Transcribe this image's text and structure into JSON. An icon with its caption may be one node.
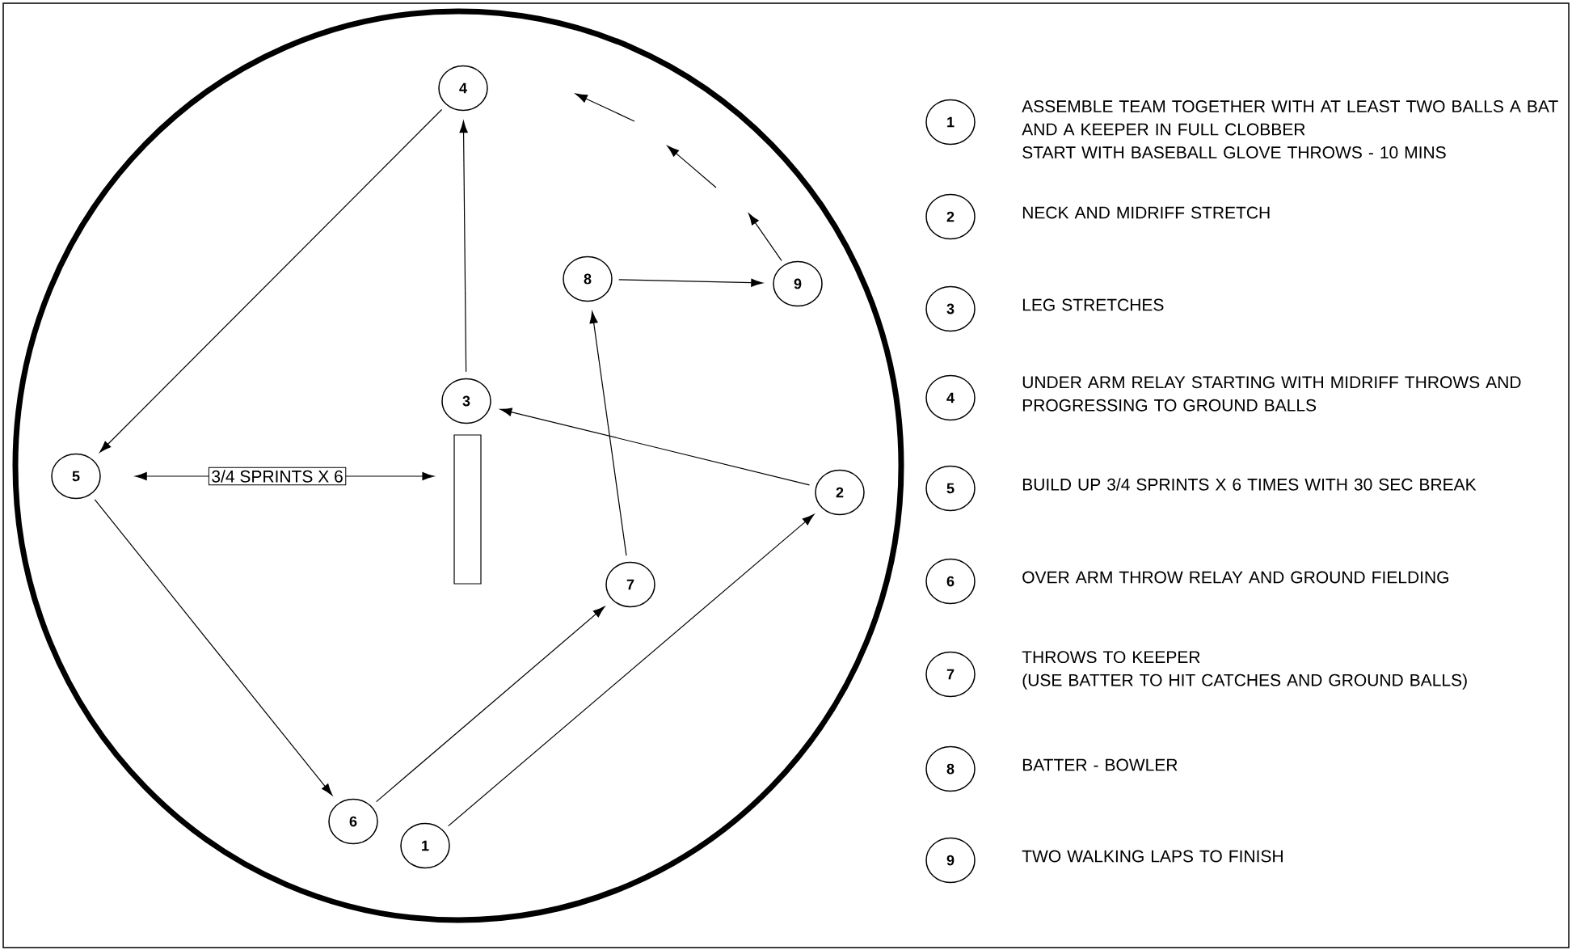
{
  "diagram": {
    "nodes": [
      {
        "text": [],
        "shape": "circle"
      },
      {
        "text": [
          "1"
        ],
        "in": 0
      },
      {
        "text": [
          "2"
        ],
        "in": 0
      },
      {
        "text": [
          "3"
        ],
        "in": 0
      },
      {
        "text": [
          "4"
        ],
        "in": 0
      },
      {
        "text": [
          "5"
        ],
        "in": 0
      },
      {
        "text": [
          "6"
        ],
        "in": 0
      },
      {
        "text": [
          "7"
        ],
        "in": 0
      },
      {
        "text": [
          "8"
        ],
        "in": 0
      },
      {
        "text": [
          "9"
        ],
        "in": 0
      },
      {
        "text": [],
        "shape": "box",
        "in": 0
      },
      {
        "text": [
          "1"
        ],
        "beside": [
          "ASSEMBLE TEAM TOGETHER WITH AT LEAST TWO BALLS A BAT AND A KEEPER IN FULL CLOBBER",
          "START WITH BASEBALL GLOVE THROWS - 10 MINS"
        ]
      },
      {
        "text": [
          "2"
        ],
        "beside": [
          "NECK AND MIDRIFF STRETCH"
        ]
      },
      {
        "text": [
          "3"
        ],
        "beside": [
          "LEG STRETCHES"
        ]
      },
      {
        "text": [
          "4"
        ],
        "beside": [
          "UNDER ARM RELAY STARTING WITH MIDRIFF THROWS AND PROGRESSING TO GROUND BALLS"
        ]
      },
      {
        "text": [
          "5"
        ],
        "beside": [
          "BUILD UP 3/4 SPRINTS X 6 TIMES WITH 30 SEC BREAK"
        ]
      },
      {
        "text": [
          "6"
        ],
        "beside": [
          "OVER ARM THROW RELAY AND GROUND FIELDING"
        ]
      },
      {
        "text": [
          "7"
        ],
        "beside": [
          "THROWS TO KEEPER",
          "(USE BATTER TO HIT CATCHES AND GROUND BALLS)"
        ]
      },
      {
        "text": [
          "8"
        ],
        "beside": [
          "BATTER - BOWLER"
        ]
      },
      {
        "text": [
          "9"
        ],
        "beside": [
          "TWO WALKING LAPS TO FINISH"
        ]
      }
    ],
    "edges": [
      {
        "from": 1,
        "to": 2,
        "arrow": "to"
      },
      {
        "from": 2,
        "to": 3,
        "arrow": "to"
      },
      {
        "from": 3,
        "to": 4,
        "arrow": "to"
      },
      {
        "from": 4,
        "to": 5,
        "arrow": "to"
      },
      {
        "from": 5,
        "to": 10,
        "arrow": "both",
        "label": "3/4 SPRINTS X 6"
      },
      {
        "from": 5,
        "to": 6,
        "arrow": "to"
      },
      {
        "from": 6,
        "to": 7,
        "arrow": "to"
      },
      {
        "from": 7,
        "to": 8,
        "arrow": "to"
      },
      {
        "from": 8,
        "to": 9,
        "arrow": "to"
      },
      {
        "from": 9,
        "to": null,
        "arrow": "to"
      }
    ]
  }
}
